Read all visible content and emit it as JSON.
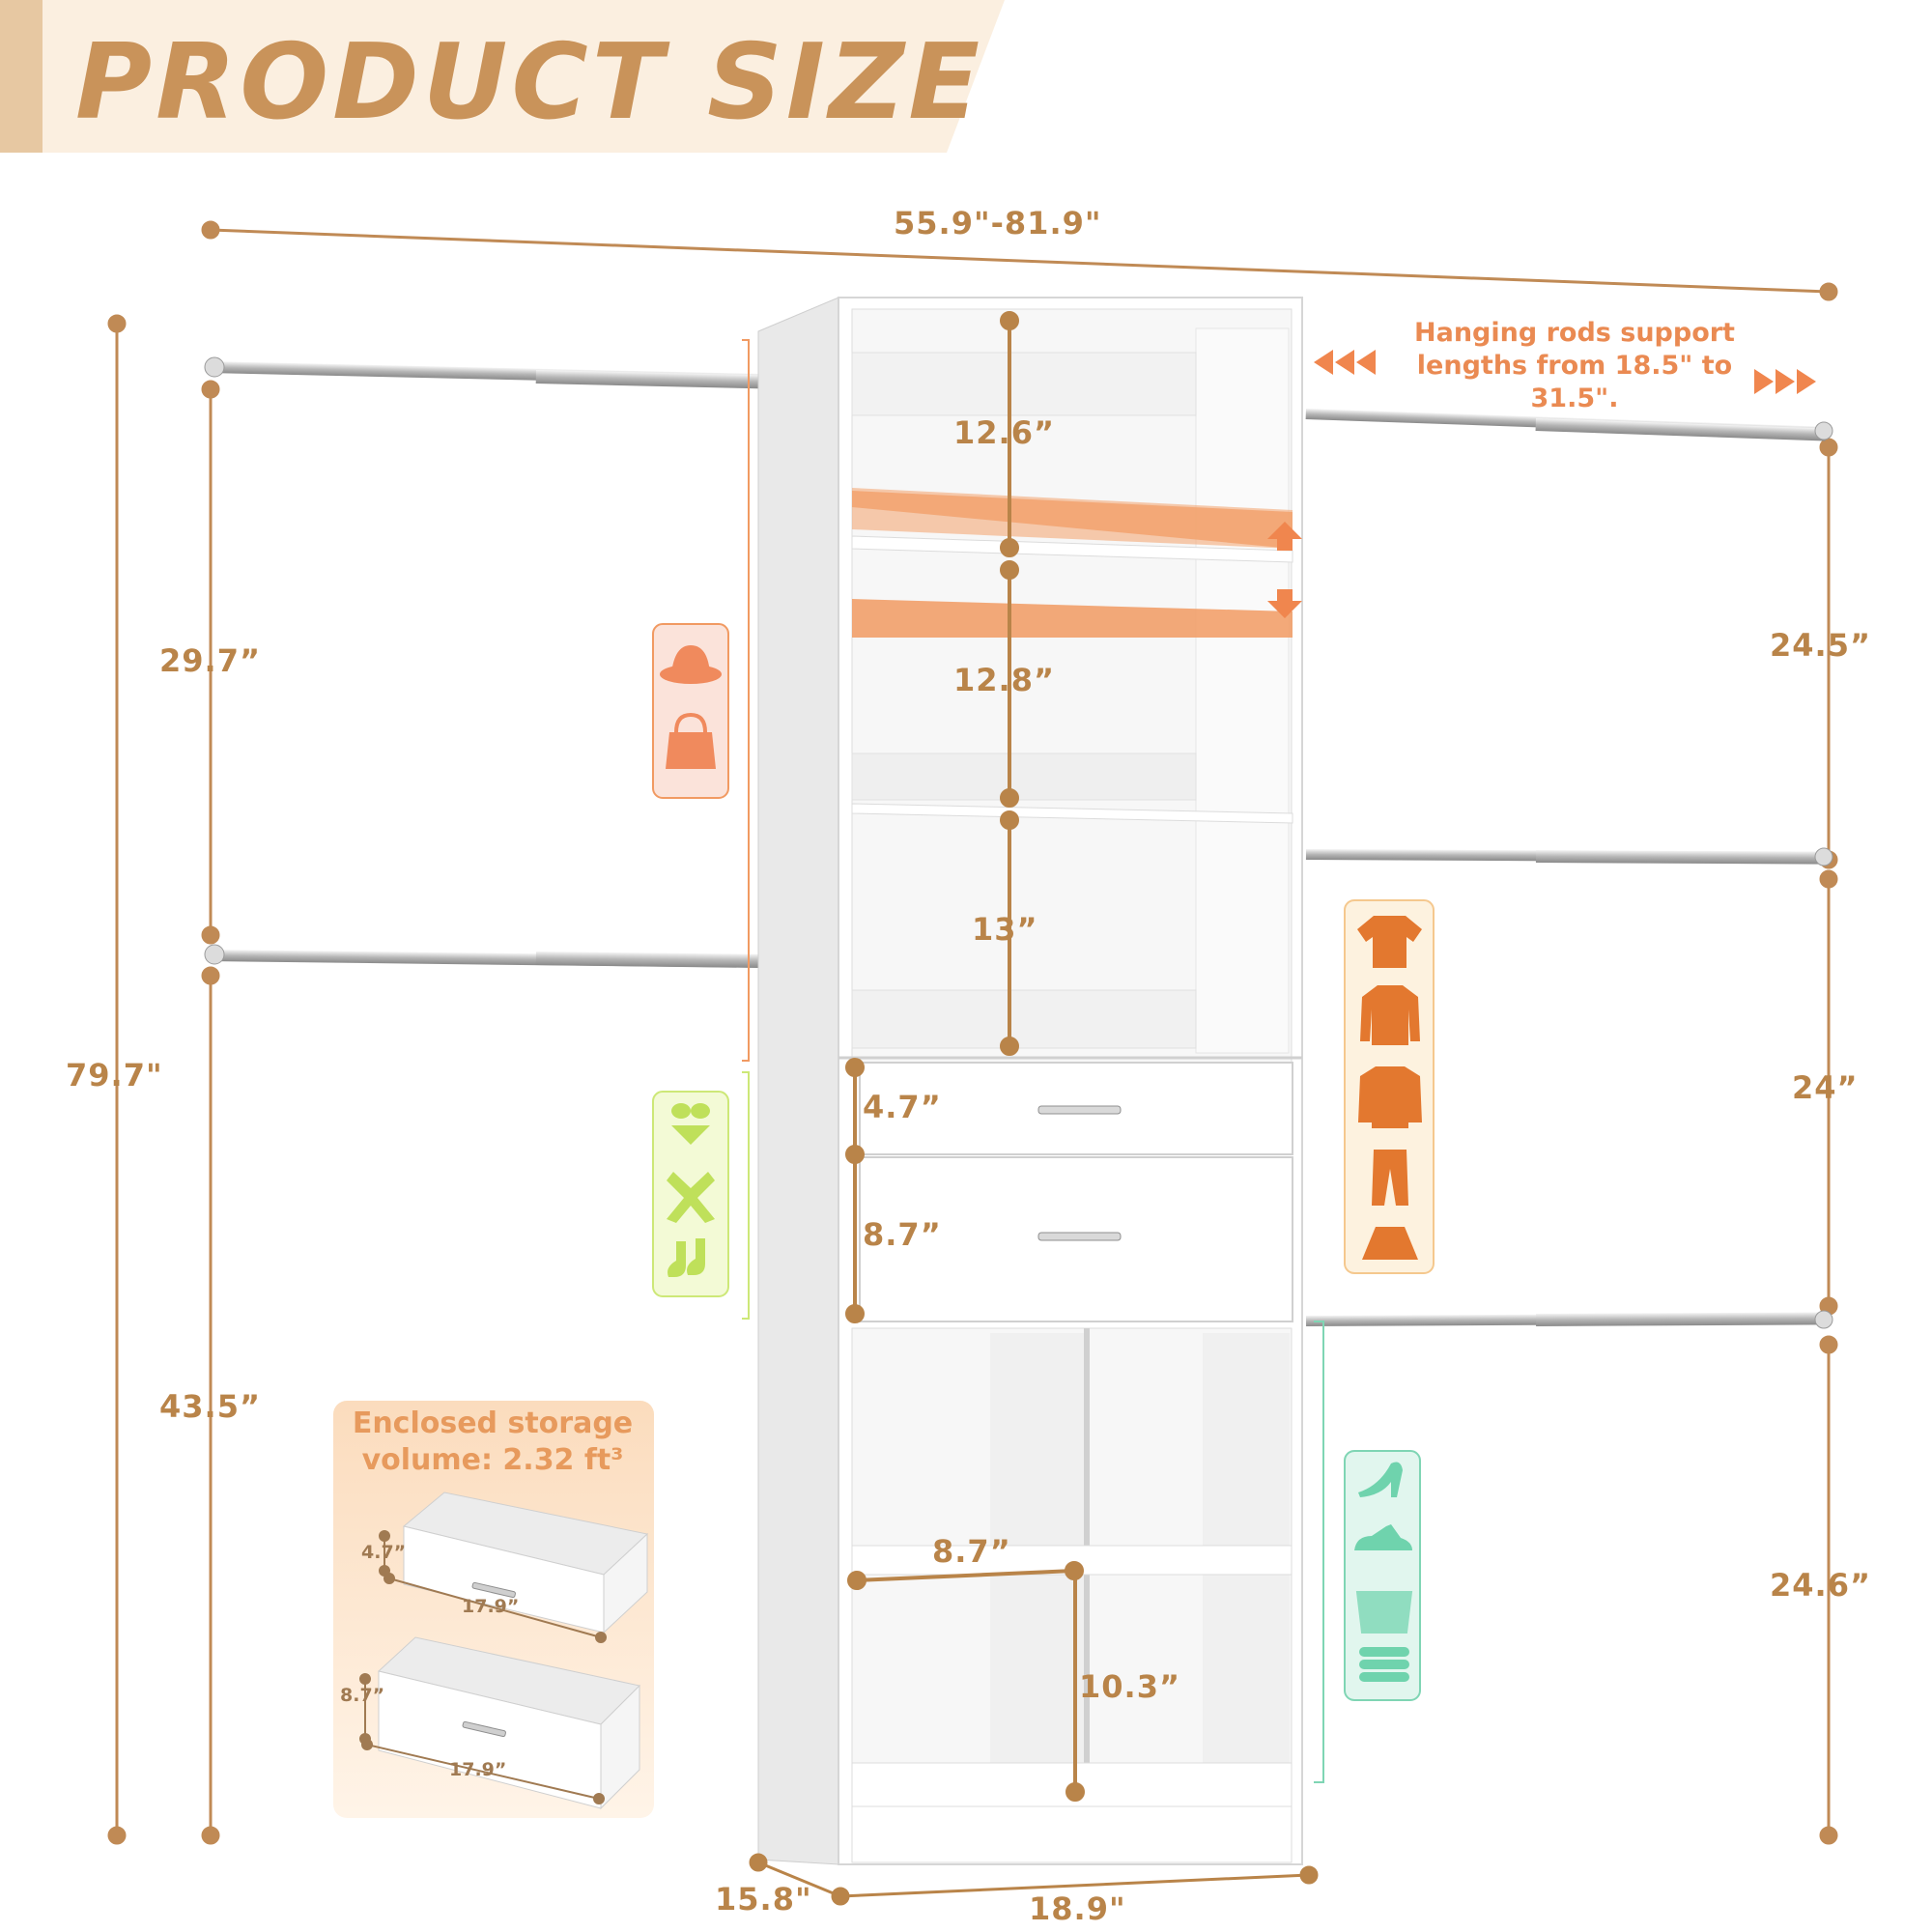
{
  "title": "PRODUCT SIZE",
  "colors": {
    "dimension": "#b98449",
    "banner_bg": "#fbefe0",
    "banner_accent": "#e7c8a2",
    "shelf_highlight": "#f19a62",
    "hats_bags_tint": "#fbe3da",
    "underwear_tint": "#f3fad6",
    "clothes_tint": "#fdf2df",
    "shoes_tint": "#e1f6ee"
  },
  "overall": {
    "width_range": "55.9\"-81.9\"",
    "height": "79.7\"",
    "depth": "15.8\"",
    "tower_width": "18.9\""
  },
  "left_side": {
    "upper_section": "29.7”",
    "lower_section": "43.5”"
  },
  "right_side": {
    "upper_section": "24.5”",
    "middle_section": "24”",
    "lower_section": "24.6”"
  },
  "rods_note": "Hanging rods support lengths from 18.5\" to 31.5\".",
  "tower": {
    "top_shelf_gap": "12.6”",
    "second_shelf_gap": "12.8”",
    "open_shelf_gap": "13”",
    "small_drawer_height": "4.7”",
    "large_drawer_height": "8.7”",
    "cube_width": "8.7”",
    "cube_height": "10.3”"
  },
  "storage_box": {
    "note": "Enclosed storage volume: 2.32 ft³",
    "drawer_small_height": "4.7”",
    "drawer_small_width": "17.9”",
    "drawer_large_height": "8.7”",
    "drawer_large_width": "17.9”"
  },
  "icons": {
    "hats_bags": [
      "hat-icon",
      "handbag-icon"
    ],
    "underwear": [
      "bikini-icon",
      "scarf-icon",
      "socks-icon"
    ],
    "clothes": [
      "tshirt-icon",
      "shirt-icon",
      "jacket-icon",
      "pants-icon",
      "skirt-icon"
    ],
    "shoes_storage": [
      "high-heel-icon",
      "shoe-icon",
      "storage-bin-icon",
      "folded-towels-icon"
    ]
  }
}
